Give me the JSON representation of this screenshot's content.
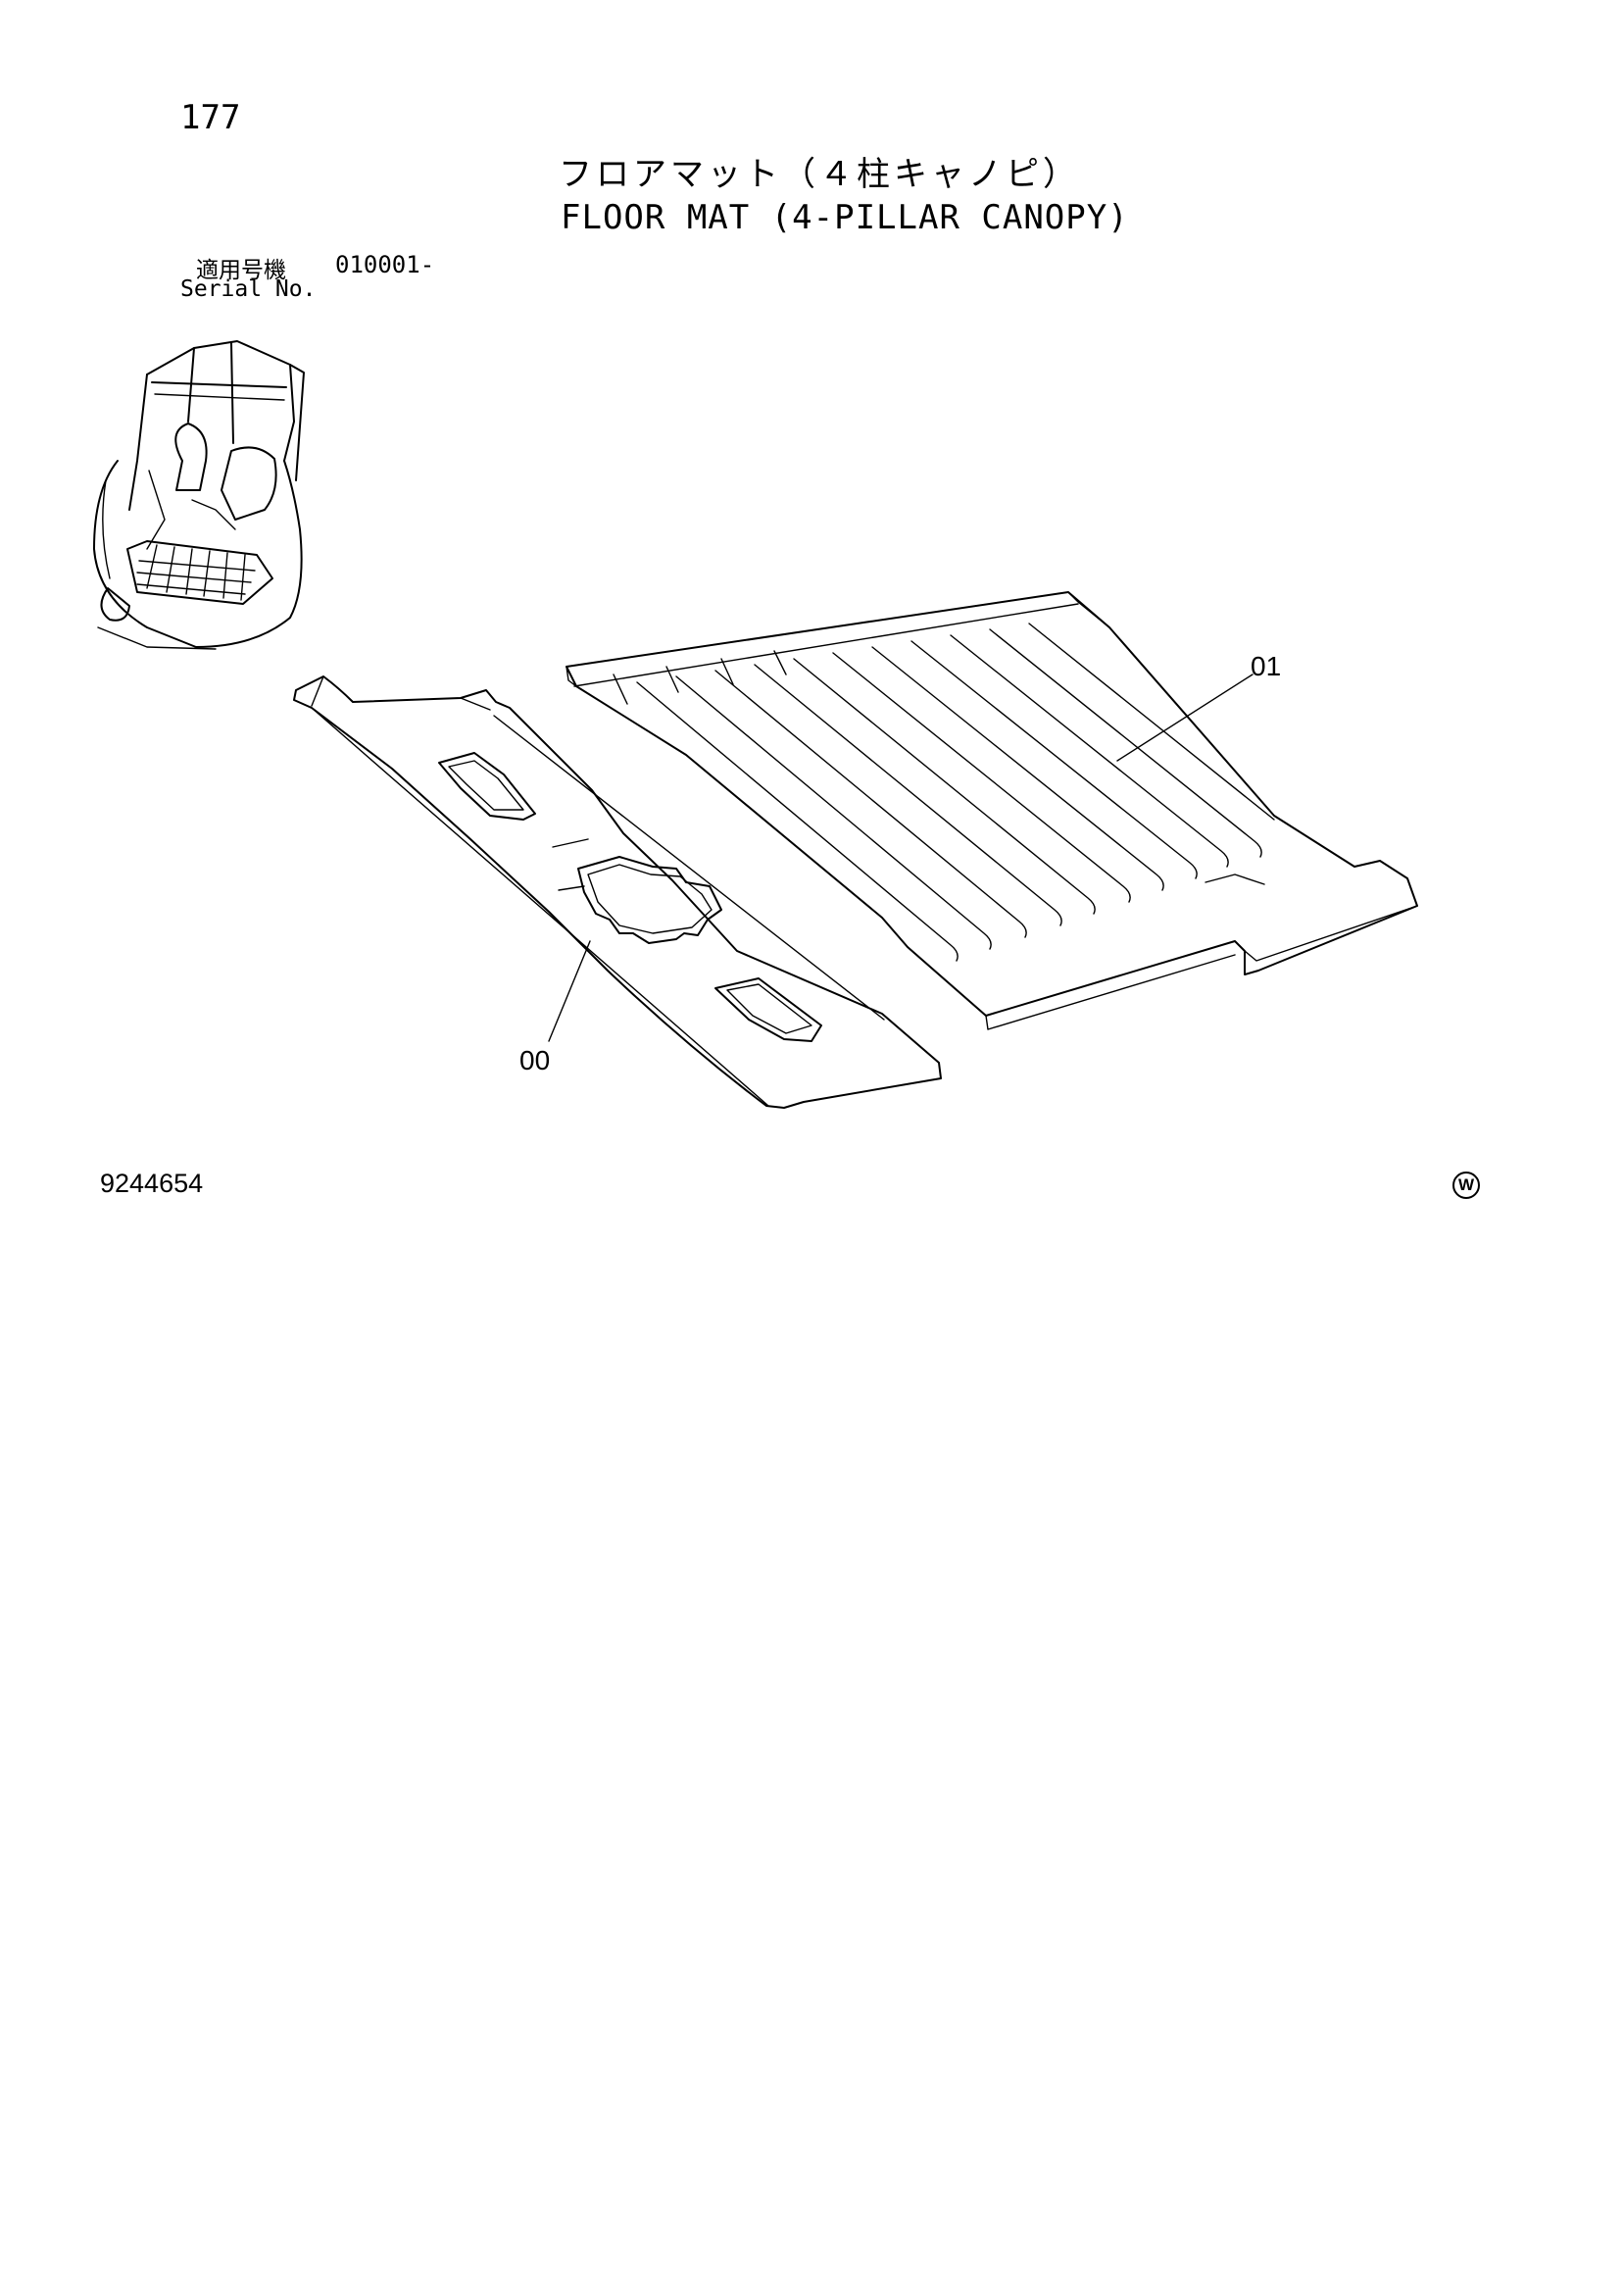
{
  "header": {
    "page_number": "177",
    "title_jp": "フロアマット（４柱キャノピ）",
    "title_en": "FLOOR MAT (4-PILLAR CANOPY)"
  },
  "serial": {
    "label_jp": "適用号機",
    "label_en": "Serial No.",
    "value": "010001-"
  },
  "callouts": {
    "part_01": "01",
    "part_00": "00"
  },
  "footer": {
    "document_number": "9244654",
    "maker_mark": "W"
  }
}
